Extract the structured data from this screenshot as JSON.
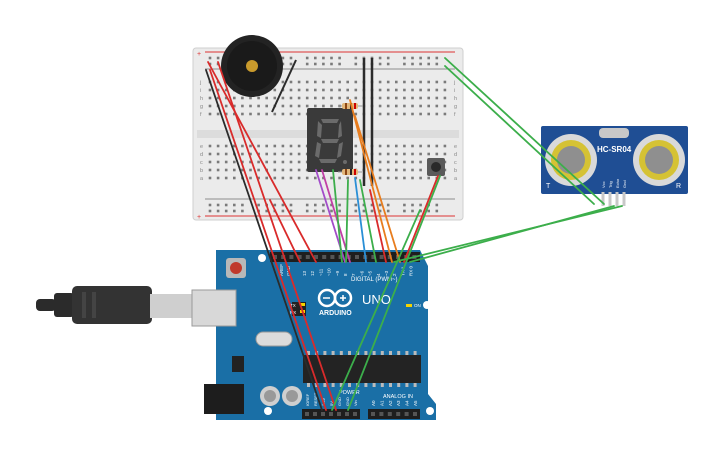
{
  "arduino": {
    "brand": "ARDUINO",
    "model": "UNO",
    "digital_label": "DIGITAL (PWM~)",
    "analog_label": "ANALOG IN",
    "power_label": "POWER",
    "on_label": "ON",
    "tx_label": "TX",
    "rx_label": "RX",
    "gnd_label": "GND",
    "aref_label": "AREF",
    "digital_pins": [
      "13",
      "12",
      "~11",
      "~10",
      "~9",
      "8",
      "7",
      "~6",
      "~5",
      "4",
      "~3",
      "2",
      "TX 1",
      "RX 0"
    ],
    "power_pins": [
      "IOREF",
      "RESET",
      "3.3V",
      "5V",
      "GND",
      "GND",
      "Vin"
    ],
    "analog_pins": [
      "A0",
      "A1",
      "A2",
      "A3",
      "A4",
      "A5"
    ]
  },
  "sensor": {
    "model": "HC-SR04",
    "pins": [
      "Vcc",
      "Trig",
      "Echo",
      "Gnd"
    ],
    "left_mark": "T",
    "right_mark": "R"
  },
  "breadboard": {
    "row_letters": [
      "a",
      "b",
      "c",
      "d",
      "e",
      "f",
      "g",
      "h",
      "i",
      "j"
    ],
    "columns": 30
  },
  "display": {
    "digit": "8"
  },
  "wire_colors": {
    "red": "#d92b2b",
    "black": "#2b2b2b",
    "green": "#3cae4b",
    "orange": "#e87d1e",
    "purple": "#a24cc9",
    "blue": "#2a8fd6",
    "magenta": "#c13fa6"
  }
}
